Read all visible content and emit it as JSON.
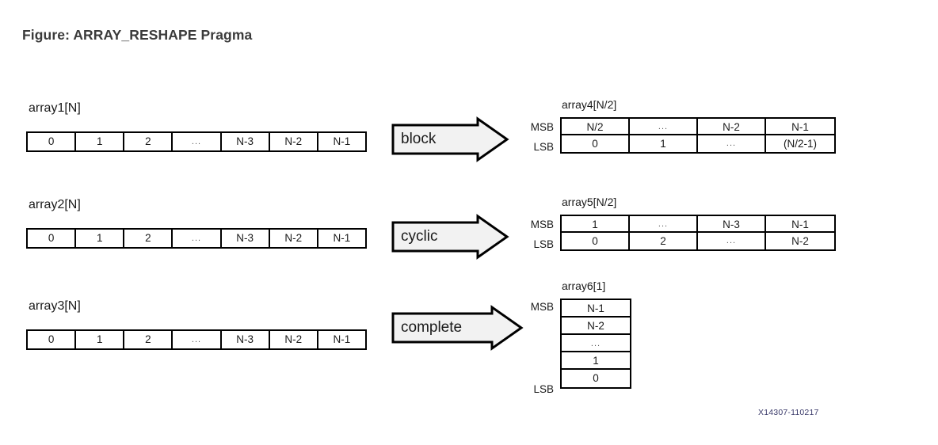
{
  "figure": {
    "title": "Figure: ARRAY_RESHAPE Pragma",
    "id": "X14307-110217"
  },
  "row_labels": {
    "msb": "MSB",
    "lsb": "LSB"
  },
  "sources": [
    {
      "name": "array1-source",
      "label": "array1[N]",
      "cells": [
        "0",
        "1",
        "2",
        "...",
        "N-3",
        "N-2",
        "N-1"
      ]
    },
    {
      "name": "array2-source",
      "label": "array2[N]",
      "cells": [
        "0",
        "1",
        "2",
        "...",
        "N-3",
        "N-2",
        "N-1"
      ]
    },
    {
      "name": "array3-source",
      "label": "array3[N]",
      "cells": [
        "0",
        "1",
        "2",
        "...",
        "N-3",
        "N-2",
        "N-1"
      ]
    }
  ],
  "arrows": [
    {
      "name": "block-arrow",
      "label": "block"
    },
    {
      "name": "cyclic-arrow",
      "label": "cyclic"
    },
    {
      "name": "complete-arrow",
      "label": "complete"
    }
  ],
  "destinations": [
    {
      "name": "array4-destination",
      "label": "array4[N/2]",
      "msb_row": [
        "N/2",
        "...",
        "N-2",
        "N-1"
      ],
      "lsb_row": [
        "0",
        "1",
        "...",
        "(N/2-1)"
      ]
    },
    {
      "name": "array5-destination",
      "label": "array5[N/2]",
      "msb_row": [
        "1",
        "...",
        "N-3",
        "N-1"
      ],
      "lsb_row": [
        "0",
        "2",
        "...",
        "N-2"
      ]
    }
  ],
  "destination_vertical": {
    "name": "array6-destination",
    "label": "array6[1]",
    "cells": [
      "N-1",
      "N-2",
      "...",
      "1",
      "0"
    ]
  },
  "colors": {
    "background": "#ffffff",
    "line": "#000000",
    "text": "#1a1a1a",
    "title": "#3b3b3b",
    "arrow_fill": "#f2f2f2",
    "figure_id": "#3a3a6a"
  }
}
